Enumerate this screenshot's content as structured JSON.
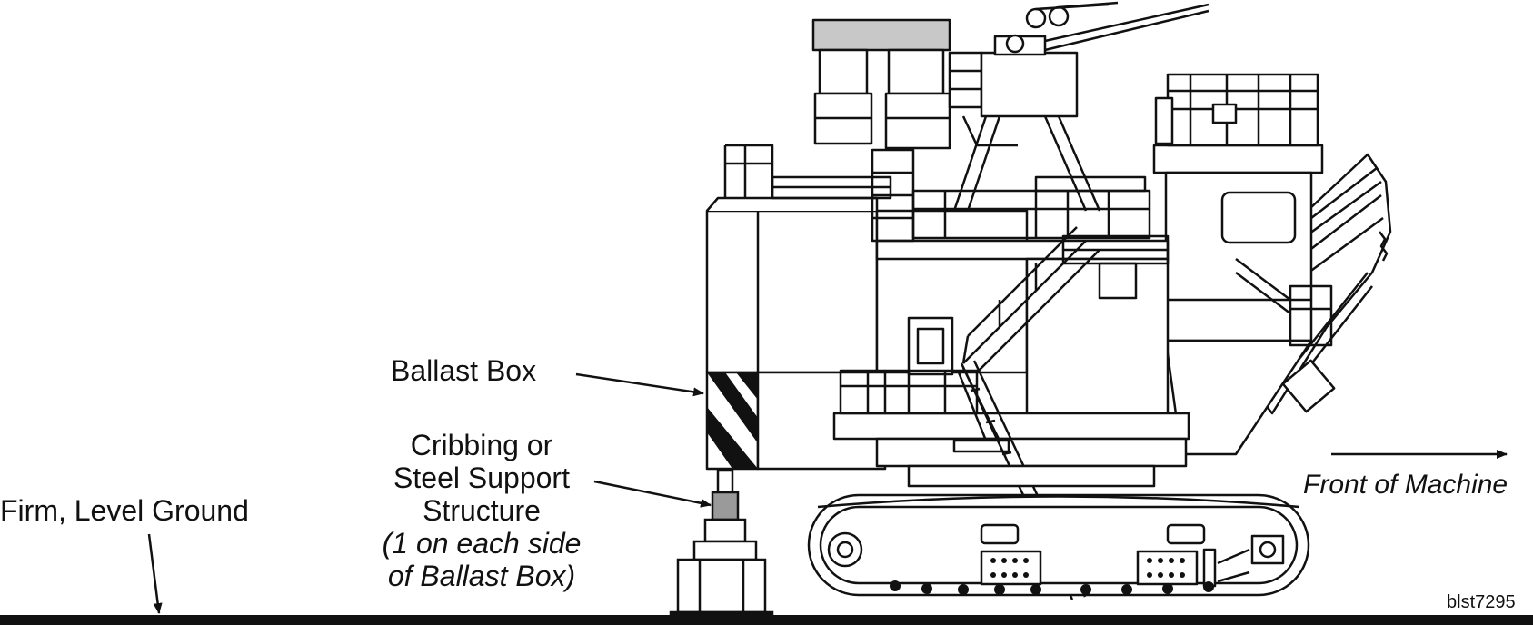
{
  "labels": {
    "ballast_box": "Ballast Box",
    "cribbing_line1": "Cribbing or",
    "cribbing_line2": "Steel Support",
    "cribbing_line3": "Structure",
    "cribbing_note_line1": "(1 on each side",
    "cribbing_note_line2": "of Ballast Box)",
    "firm_level_ground": "Firm, Level Ground",
    "front_of_machine": "Front of Machine",
    "figure_code": "blst7295"
  },
  "colors": {
    "ink": "#111111",
    "background": "#ffffff",
    "roof_fill": "#c8c8c8"
  }
}
